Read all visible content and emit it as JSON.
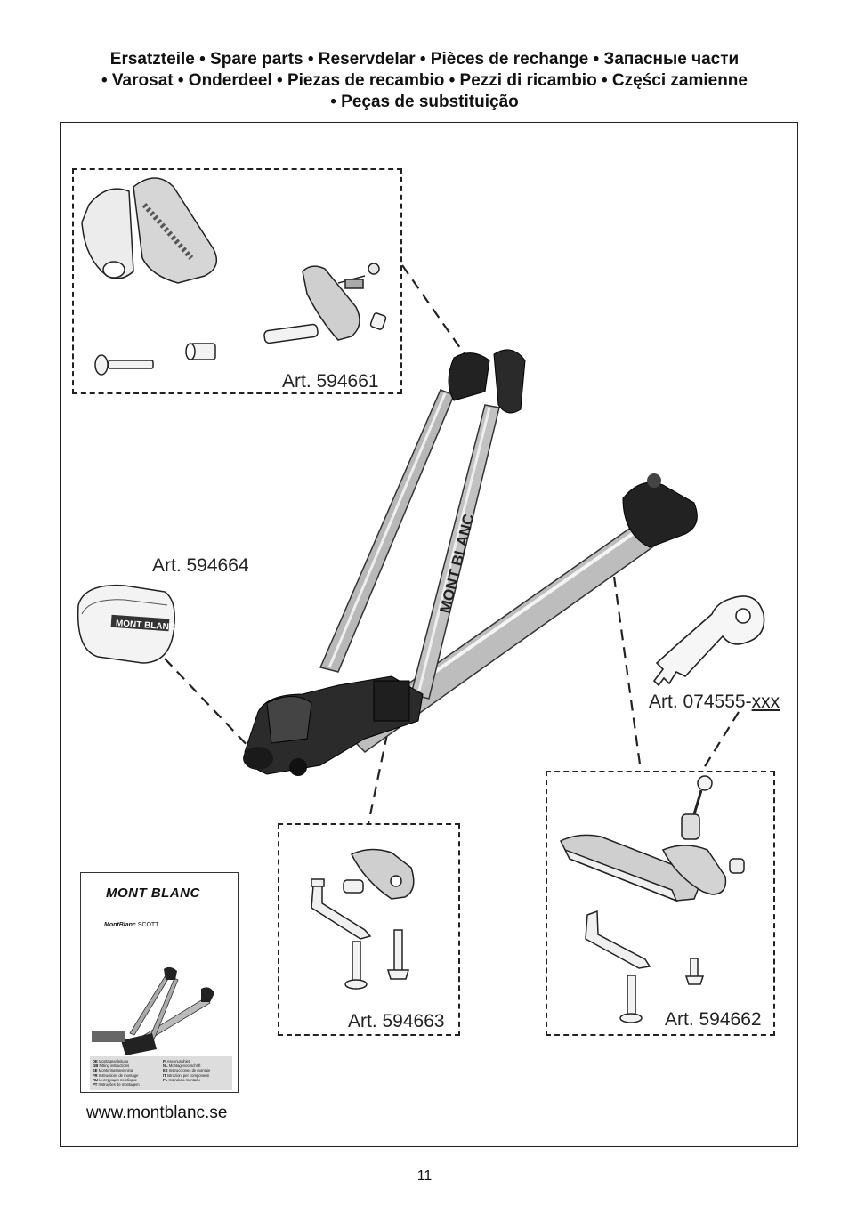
{
  "header": {
    "title_line1": "Ersatzteile • Spare parts • Reservdelar • Pièces de rechange • Запасные части",
    "title_line2": "• Varosat • Onderdeel • Piezas de recambio • Pezzi di ricambio • Części zamienne",
    "title_line3": "• Peças de substituição"
  },
  "parts": {
    "art_594661": "Art. 594661",
    "art_594664": "Art. 594664",
    "art_074555_prefix": "Art. 074555-",
    "art_074555_suffix": "xxx",
    "art_594663": "Art. 594663",
    "art_594662": "Art. 594662"
  },
  "product": {
    "rack_branding": "MONT BLANC",
    "cap_branding": "MONT BLANC"
  },
  "manual": {
    "logo": "MONT BLANC",
    "model_brand": "MontBlanc",
    "model_name": "SCOTT",
    "languages_left": [
      {
        "code": "DE",
        "text": "Montageanleitung"
      },
      {
        "code": "GB",
        "text": "Fitting instructions"
      },
      {
        "code": "SE",
        "text": "Monteringsanvisning"
      },
      {
        "code": "FR",
        "text": "Instructions de montage"
      },
      {
        "code": "RU",
        "text": "Инструкция по сборке"
      },
      {
        "code": "PT",
        "text": "Instruções de montagem"
      }
    ],
    "languages_right": [
      {
        "code": "FI",
        "text": "Asennusohjet"
      },
      {
        "code": "NL",
        "text": "Montagevoorschrift"
      },
      {
        "code": "ES",
        "text": "Instrucciones de montaje"
      },
      {
        "code": "IT",
        "text": "Istruzioni per componenti"
      },
      {
        "code": "PL",
        "text": "Instrukcja montażu"
      }
    ]
  },
  "footer": {
    "website": "www.montblanc.se",
    "page_number": "11"
  }
}
